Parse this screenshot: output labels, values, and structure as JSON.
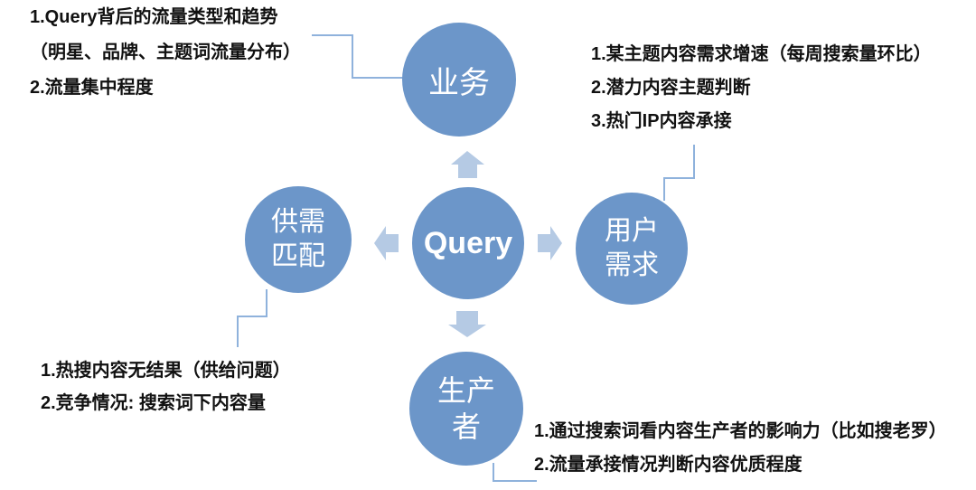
{
  "colors": {
    "node_fill": "#6C96C9",
    "node_text": "#FFFFFF",
    "arrow_fill": "#B5CAE4",
    "connector_stroke": "#8FB2DC",
    "annotation_text": "#111111",
    "background": "#FFFFFF"
  },
  "diagram": {
    "center_node": {
      "label": "Query"
    },
    "nodes": {
      "business": {
        "label": "业务"
      },
      "user_demand": {
        "lines": [
          "用户",
          "需求"
        ]
      },
      "producer": {
        "lines": [
          "生产",
          "者"
        ]
      },
      "supply_match": {
        "lines": [
          "供需",
          "匹配"
        ]
      }
    },
    "annotations": {
      "top_left": {
        "lines": [
          "1.Query背后的流量类型和趋势",
          "（明星、品牌、主题词流量分布）",
          "2.流量集中程度"
        ]
      },
      "top_right": {
        "lines": [
          "1.某主题内容需求增速（每周搜索量环比）",
          "2.潜力内容主题判断",
          "3.热门IP内容承接"
        ]
      },
      "bottom_left": {
        "lines": [
          "1.热搜内容无结果（供给问题）",
          "2.竞争情况: 搜索词下内容量"
        ]
      },
      "bottom_right": {
        "lines": [
          "1.通过搜索词看内容生产者的影响力（比如搜老罗）",
          "2.流量承接情况判断内容优质程度"
        ]
      }
    }
  }
}
